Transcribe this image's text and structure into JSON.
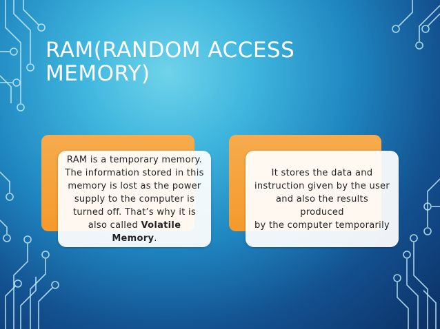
{
  "slide": {
    "title_line1": "RAM(RANDOM ACCESS",
    "title_line2": "MEMORY)",
    "card1": {
      "line1": "RAM is a temporary memory.",
      "line2": "The information stored in this",
      "line3": "memory is lost as the power",
      "line4": "supply to the computer is",
      "line5": "turned off. That’s why it is",
      "line6_prefix": "also called ",
      "line6_bold": "Volatile Memory",
      "line6_suffix": "."
    },
    "card2": {
      "line1": "It stores the data and",
      "line2": "instruction given by the user",
      "line3": "and also the results produced",
      "line4": "by the computer temporarily"
    }
  },
  "colors": {
    "accent_orange": "#f59a2c",
    "background_blue": "#1f86c0",
    "circuit_line": "#bfe9f5"
  }
}
